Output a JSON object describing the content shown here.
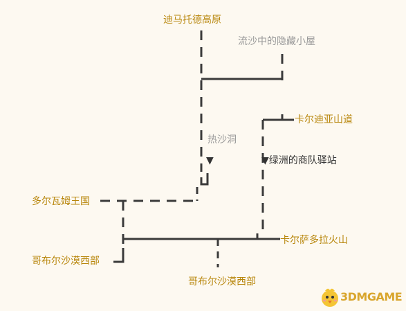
{
  "title": "迪马托德高原",
  "locations": {
    "sand_house": "流沙中的隐藏小屋",
    "kardiya_pass": "卡尔迪亚山道",
    "hot_sand_cave": "热沙洞",
    "oasis_caravan": "▼绿洲的商队驿站",
    "cave_marker": "▼",
    "dorwa_kingdom": "多尔瓦姆王国",
    "karsado_volcano": "卡尔萨多拉火山",
    "gobi_west_left": "哥布尔沙漠西部",
    "gobi_west_bottom": "哥布尔沙漠西部"
  },
  "watermark": {
    "text": "3DMGAME",
    "icon": "chick-mascot-icon"
  },
  "colors": {
    "background": "#fdf9f1",
    "gold": "#b8860b",
    "gray": "#9a9a9a",
    "line": "#3a3a3a"
  }
}
